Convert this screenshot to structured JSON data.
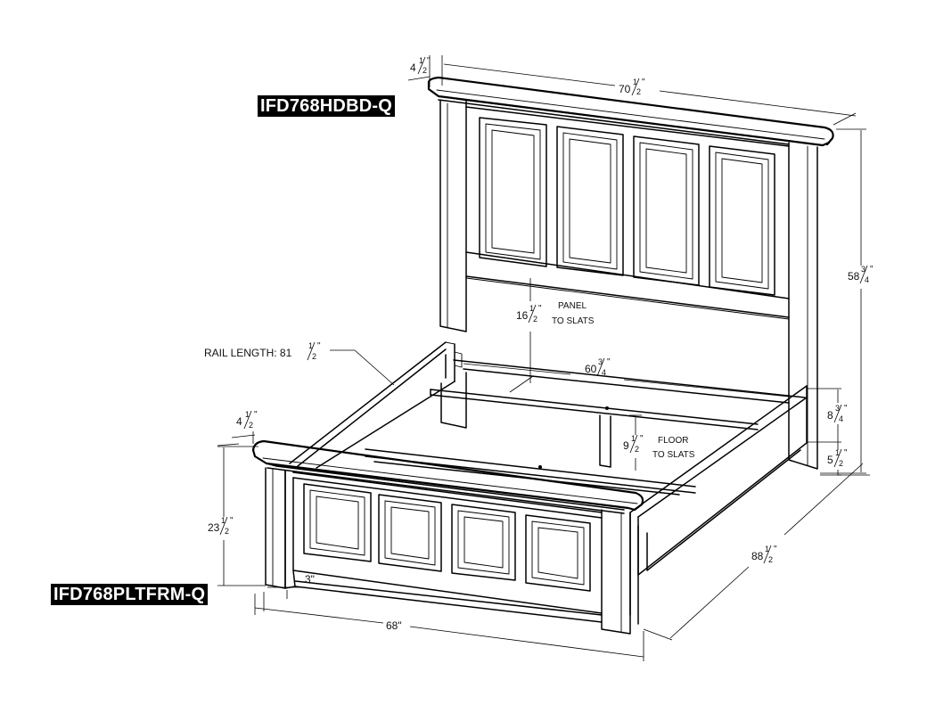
{
  "labels": {
    "headboard": "IFD768HDBD-Q",
    "platform": "IFD768PLTFRM-Q"
  },
  "dimensions": {
    "headboard_depth": {
      "whole": "4",
      "num": "1",
      "den": "2"
    },
    "headboard_width": {
      "whole": "70",
      "num": "1",
      "den": "2"
    },
    "headboard_height": {
      "whole": "58",
      "num": "3",
      "den": "4"
    },
    "panel_to_slats": {
      "whole": "16",
      "num": "1",
      "den": "2",
      "note1": "PANEL",
      "note2": "TO SLATS"
    },
    "rail_length": {
      "prefix": "RAIL LENGTH: 81",
      "num": "1",
      "den": "2"
    },
    "inner_width": {
      "whole": "60",
      "num": "3",
      "den": "4"
    },
    "rail_height": {
      "whole": "8",
      "num": "3",
      "den": "4"
    },
    "floor_to_slats": {
      "whole": "9",
      "num": "1",
      "den": "2",
      "note1": "FLOOR",
      "note2": "TO SLATS"
    },
    "rail_floor": {
      "whole": "5",
      "num": "1",
      "den": "2"
    },
    "footboard_depth": {
      "whole": "4",
      "num": "1",
      "den": "2"
    },
    "footboard_height": {
      "whole": "23",
      "num": "1",
      "den": "2"
    },
    "leg": {
      "text": "3\""
    },
    "footboard_width": {
      "text": "68\""
    },
    "overall_length": {
      "whole": "88",
      "num": "1",
      "den": "2"
    }
  }
}
